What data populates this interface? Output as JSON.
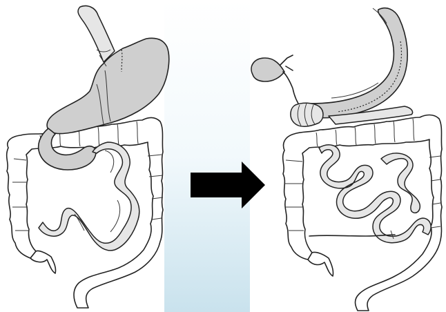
{
  "figure": {
    "panels": [
      {
        "id": "before",
        "depicts": "stomach-and-intestines"
      },
      {
        "id": "after",
        "depicts": "stomach-and-intestines"
      }
    ],
    "arrow": "right-arrow-icon"
  }
}
